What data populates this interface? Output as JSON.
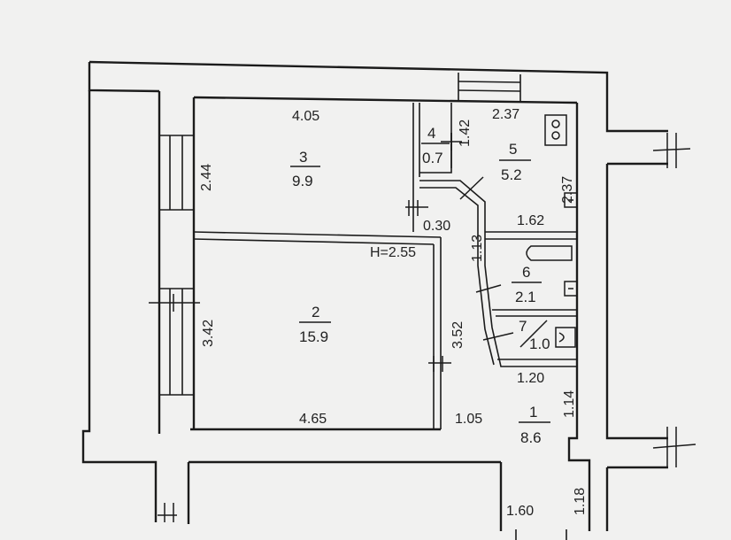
{
  "height_label": "H=2.55",
  "rooms": [
    {
      "number": "1",
      "area": "8.6"
    },
    {
      "number": "2",
      "area": "15.9"
    },
    {
      "number": "3",
      "area": "9.9"
    },
    {
      "number": "4",
      "area": "0.7"
    },
    {
      "number": "5",
      "area": "5.2"
    },
    {
      "number": "6",
      "area": "2.1"
    },
    {
      "number": "7",
      "area": "1.0"
    }
  ],
  "dimensions": {
    "room3_width": "4.05",
    "room3_depth": "2.44",
    "room2_width": "4.65",
    "room2_depth": "3.42",
    "hall_depth": "3.52",
    "room4_depth": "1.42",
    "room5_width_top": "2.37",
    "room5_depth": "2.37",
    "room5_width_bottom": "1.62",
    "partition": "0.30",
    "corridor": "1.13",
    "bath_width": "1.20",
    "hall_depth_right": "1.14",
    "hall_gap": "1.05",
    "entry_width": "1.60",
    "entry_depth": "1.18"
  }
}
